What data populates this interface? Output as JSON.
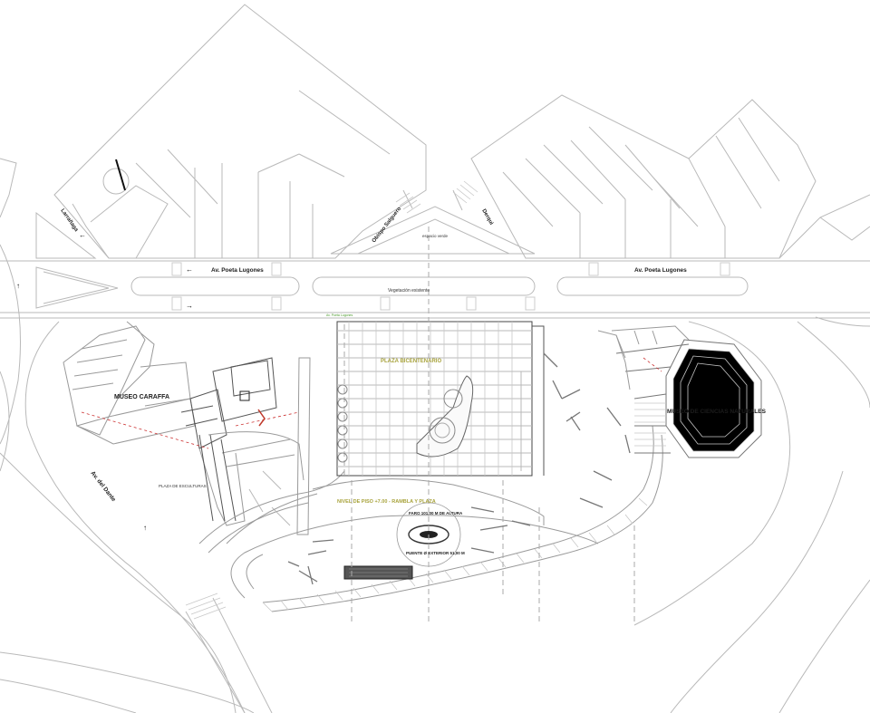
{
  "streets": {
    "lugones_left": "Av. Poeta Lugones",
    "lugones_right": "Av. Poeta Lugones",
    "larrañaga": "Larrañaga",
    "obispo_salguero": "Obispo Salguero",
    "derqui": "Derqui",
    "av_del_dante": "Av. del Dante",
    "avenida_strip": "Av. Poeta Lugones"
  },
  "labels": {
    "espacio_verde": "espacio verde",
    "vegetacion_existente": "Vegetación existente",
    "museo_caraffa": "MUSEO CARAFFA",
    "museo_ciencias": "MUSEO DE CIENCIAS NATURALES",
    "plaza_bicentenario": "PLAZA BICENTENARIO",
    "plaza_esculturas": "PLAZA DE ESCULTURAS",
    "nivel_piso": "NIVEL DE PISO +7.00 - RAMBLA Y PLAZA",
    "faro": "FARO 101,00 M DE ALTURA",
    "puente": "PUENTE Ø EXTERIOR 51,00 M"
  },
  "colors": {
    "line": "#b9b9b9",
    "dark_line": "#555555",
    "accent_olive": "#a8a33c",
    "accent_green": "#4a9a2a",
    "accent_red": "#c0392b"
  }
}
